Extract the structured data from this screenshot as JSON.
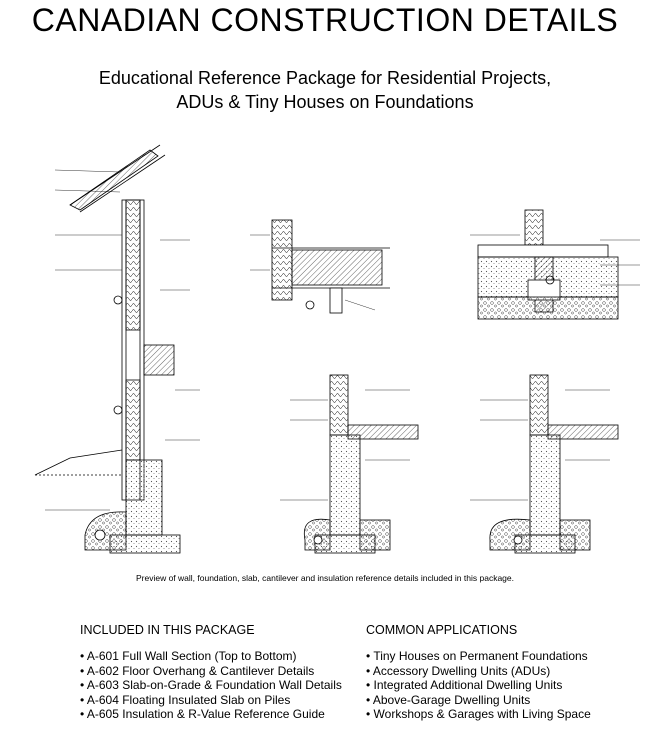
{
  "header": {
    "title": "CANADIAN CONSTRUCTION DETAILS",
    "subtitle_line1": "Educational Reference Package for Residential Projects,",
    "subtitle_line2": "ADUs & Tiny Houses on Foundations"
  },
  "preview": {
    "caption": "Preview of wall, foundation, slab, cantilever and insulation reference details included in this package."
  },
  "included": {
    "heading": "INCLUDED IN THIS PACKAGE",
    "items": [
      "• A-601 Full Wall Section (Top to Bottom)",
      "• A-602 Floor Overhang & Cantilever Details",
      "• A-603 Slab-on-Grade & Foundation Wall Details",
      "• A-604 Floating Insulated Slab on Piles",
      "• A-605 Insulation & R-Value Reference Guide"
    ]
  },
  "applications": {
    "heading": "COMMON APPLICATIONS",
    "items": [
      "• Tiny Houses on Permanent Foundations",
      "• Accessory Dwelling Units (ADUs)",
      "• Integrated Additional Dwelling Units",
      "• Above-Garage Dwelling Units",
      "• Workshops & Garages with Living Space"
    ]
  }
}
